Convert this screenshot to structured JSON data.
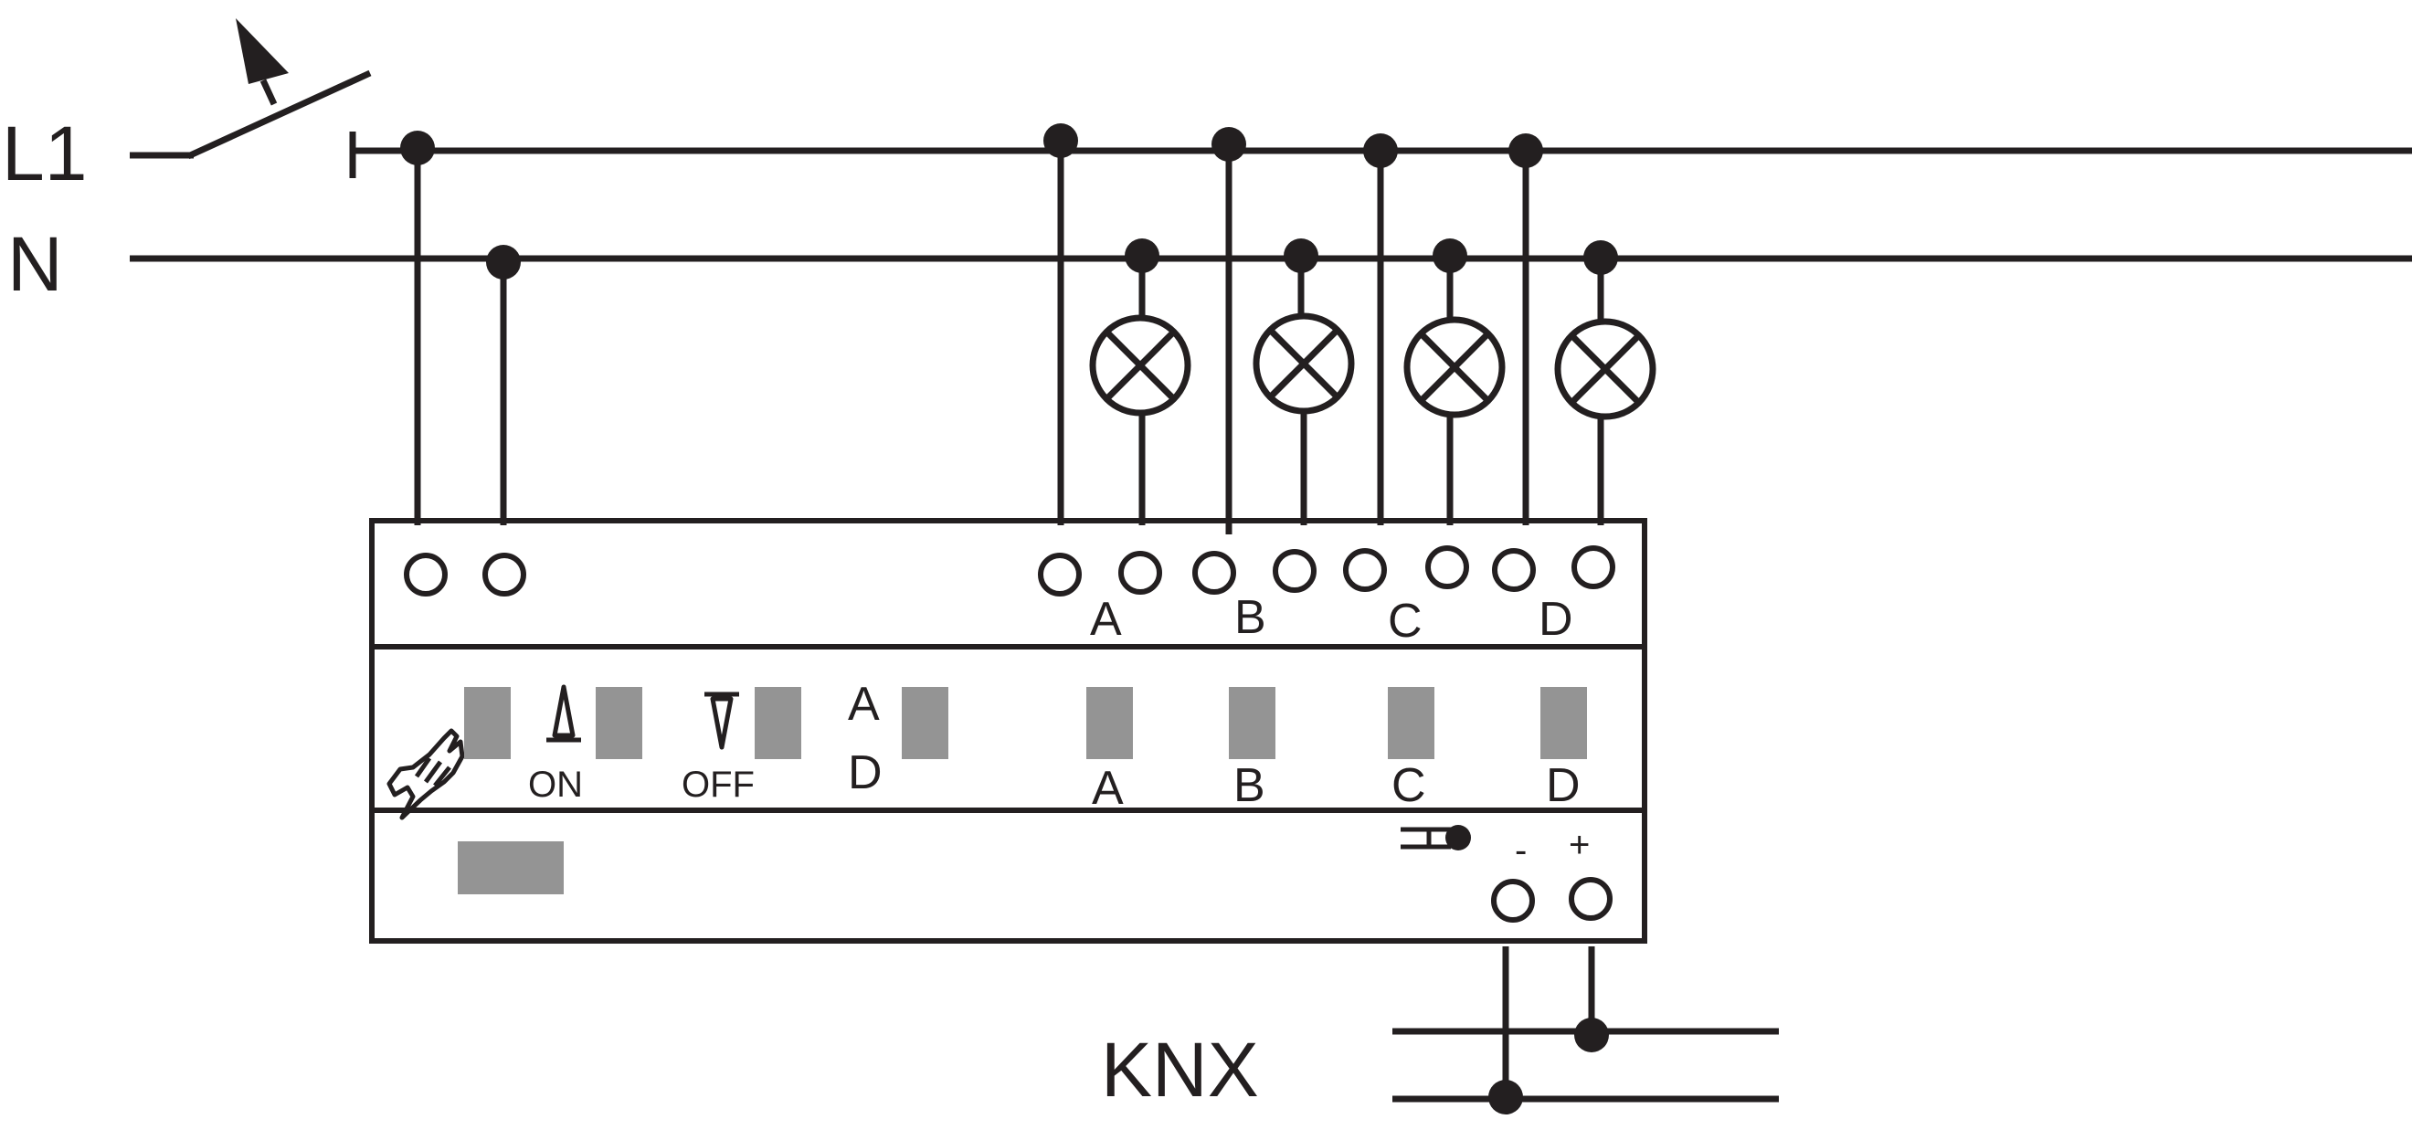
{
  "supply": {
    "line_label": "L1",
    "neutral_label": "N"
  },
  "channels": [
    {
      "terminal_label": "A",
      "button_label": "A"
    },
    {
      "terminal_label": "B",
      "button_label": "B"
    },
    {
      "terminal_label": "C",
      "button_label": "C"
    },
    {
      "terminal_label": "D",
      "button_label": "D"
    }
  ],
  "controls": {
    "on_label": "ON",
    "off_label": "OFF",
    "range_top": "A",
    "range_bottom": "D",
    "hand_icon": "manual-operation-hand-icon",
    "up_icon": "switch-on-arrow-icon",
    "down_icon": "switch-off-arrow-icon",
    "programming_icon": "programming-led-icon"
  },
  "bus": {
    "label": "KNX",
    "minus_label": "-",
    "plus_label": "+"
  }
}
